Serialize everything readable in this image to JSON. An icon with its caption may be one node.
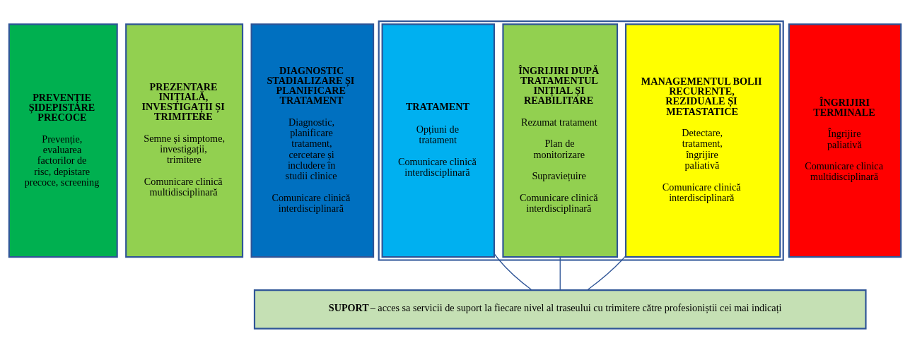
{
  "diagram": {
    "nodes": [
      {
        "text": [
          "PREVENȚIE ȘIDEPISTARE PRECOCE",
          "Prevenție, evaluarea factorilor de risc, depistare precoce, screening"
        ]
      },
      {
        "text": [
          "PREZENTARE INIȚIALĂ, INVESTIGAȚII ȘI TRIMITERE",
          "Semne și simptome, investigații, trimitere",
          "Comunicare clinică multidisciplinară"
        ]
      },
      {
        "text": [
          "DIAGNOSTIC STADIALIZARE ȘI PLANIFICARE TRATAMENT",
          "Diagnostic, planificare tratament, cercetare și includere în studii clinice",
          "Comunicare clinică interdisciplinară"
        ]
      },
      {
        "text": [],
        "shape": "box"
      },
      {
        "text": [
          "TRATAMENT",
          "Opțiuni de tratament",
          "Comunicare clinică interdisciplinară"
        ],
        "in": 3
      },
      {
        "text": [
          "ÎNGRIJIRI DUPĂ TRATAMENTUL INIȚIAL ȘI REABILITARE",
          "Rezumat tratament",
          "Plan de monitorizare",
          "Supraviețuire",
          "Comunicare clinică interdisciplinară"
        ],
        "in": 3
      },
      {
        "text": [
          "MANAGEMENTUL BOLII RECURENTE, REZIDUALE ȘI METASTATICE",
          "Detectare, tratament, îngrijire paliativă",
          "Comunicare clinică interdisciplinară"
        ],
        "in": 3
      },
      {
        "text": [
          "ÎNGRIJIRI TERMINALE",
          "Îngrijire paliativă",
          "Comunicare clinica multidisciplinară"
        ]
      },
      {
        "text": [
          "**SUPORT**– acces sa servicii de suport la fiecare nivel al traseului cu trimitere către profesioniștii cei mai indicați"
        ]
      }
    ],
    "edges": [
      {
        "from": 4,
        "to": 8,
        "arrow": "none"
      },
      {
        "from": 5,
        "to": 8,
        "arrow": "none"
      },
      {
        "from": 6,
        "to": 8,
        "arrow": "none"
      }
    ]
  }
}
